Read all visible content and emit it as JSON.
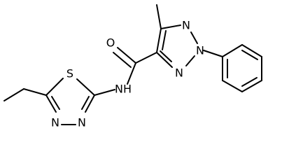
{
  "molecule": {
    "atoms": {
      "S": "S",
      "NH": "NH",
      "O": "O",
      "N1": "N",
      "N2": "N",
      "N3": "N",
      "N4": "N",
      "N5": "N"
    },
    "colors": {
      "bond": "#000000",
      "label": "#000000",
      "background": "#ffffff"
    }
  }
}
